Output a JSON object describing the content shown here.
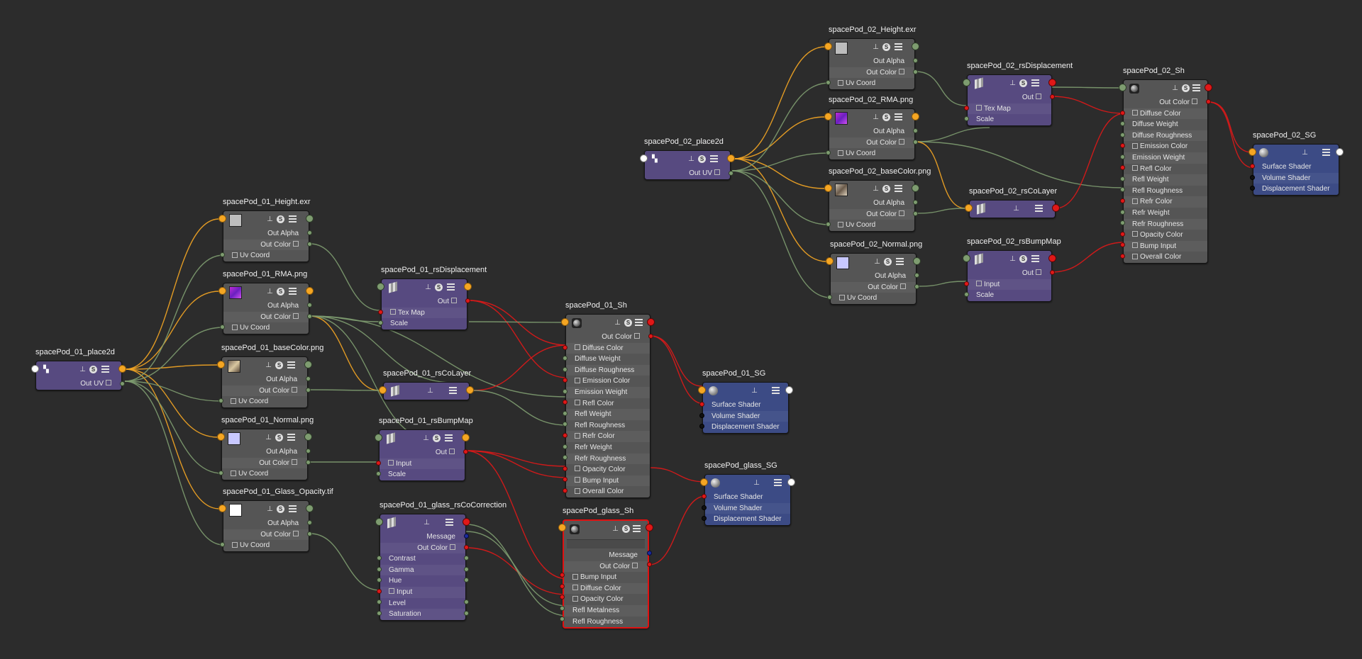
{
  "nodes": {
    "p1_place2d": {
      "title": "spacePod_01_place2d",
      "out": "Out UV"
    },
    "p1_height": {
      "title": "spacePod_01_Height.exr",
      "rows": [
        "Out Alpha",
        "Out Color",
        "Uv Coord"
      ]
    },
    "p1_rma": {
      "title": "spacePod_01_RMA.png",
      "rows": [
        "Out Alpha",
        "Out Color",
        "Uv Coord"
      ]
    },
    "p1_base": {
      "title": "spacePod_01_baseColor.png",
      "rows": [
        "Out Alpha",
        "Out Color",
        "Uv Coord"
      ]
    },
    "p1_normal": {
      "title": "spacePod_01_Normal.png",
      "rows": [
        "Out Alpha",
        "Out Color",
        "Uv Coord"
      ]
    },
    "p1_glassop": {
      "title": "spacePod_01_Glass_Opacity.tif",
      "rows": [
        "Out Alpha",
        "Out Color",
        "Uv Coord"
      ]
    },
    "p1_disp": {
      "title": "spacePod_01_rsDisplacement",
      "rows": [
        "Out",
        "Tex Map",
        "Scale"
      ]
    },
    "p1_colayer": {
      "title": "spacePod_01_rsCoLayer"
    },
    "p1_bump": {
      "title": "spacePod_01_rsBumpMap",
      "rows": [
        "Out",
        "Input",
        "Scale"
      ]
    },
    "p1_glasscc": {
      "title": "spacePod_01_glass_rsCoCorrection",
      "rows": [
        "Message",
        "Out Color",
        "Contrast",
        "Gamma",
        "Hue",
        "Input",
        "Level",
        "Saturation"
      ]
    },
    "p1_sh": {
      "title": "spacePod_01_Sh",
      "rows": [
        "Out Color",
        "Diffuse Color",
        "Diffuse Weight",
        "Diffuse Roughness",
        "Emission Color",
        "Emission Weight",
        "Refl Color",
        "Refl Weight",
        "Refl Roughness",
        "Refr Color",
        "Refr Weight",
        "Refr Roughness",
        "Opacity Color",
        "Bump Input",
        "Overall Color"
      ]
    },
    "glass_sh": {
      "title": "spacePod_glass_Sh",
      "rows": [
        "Message",
        "Out Color",
        "Bump Input",
        "Diffuse Color",
        "Opacity Color",
        "Refl Metalness",
        "Refl Roughness"
      ]
    },
    "p1_sg": {
      "title": "spacePod_01_SG",
      "rows": [
        "Surface Shader",
        "Volume Shader",
        "Displacement Shader"
      ]
    },
    "glass_sg": {
      "title": "spacePod_glass_SG",
      "rows": [
        "Surface Shader",
        "Volume Shader",
        "Displacement Shader"
      ]
    },
    "p2_place2d": {
      "title": "spacePod_02_place2d",
      "out": "Out UV"
    },
    "p2_height": {
      "title": "spacePod_02_Height.exr",
      "rows": [
        "Out Alpha",
        "Out Color",
        "Uv Coord"
      ]
    },
    "p2_rma": {
      "title": "spacePod_02_RMA.png",
      "rows": [
        "Out Alpha",
        "Out Color",
        "Uv Coord"
      ]
    },
    "p2_base": {
      "title": "spacePod_02_baseColor.png",
      "rows": [
        "Out Alpha",
        "Out Color",
        "Uv Coord"
      ]
    },
    "p2_normal": {
      "title": "spacePod_02_Normal.png",
      "rows": [
        "Out Alpha",
        "Out Color",
        "Uv Coord"
      ]
    },
    "p2_disp": {
      "title": "spacePod_02_rsDisplacement",
      "rows": [
        "Out",
        "Tex Map",
        "Scale"
      ]
    },
    "p2_colayer": {
      "title": "spacePod_02_rsCoLayer"
    },
    "p2_bump": {
      "title": "spacePod_02_rsBumpMap",
      "rows": [
        "Out",
        "Input",
        "Scale"
      ]
    },
    "p2_sh": {
      "title": "spacePod_02_Sh",
      "rows": [
        "Out Color",
        "Diffuse Color",
        "Diffuse Weight",
        "Diffuse Roughness",
        "Emission Color",
        "Emission Weight",
        "Refl Color",
        "Refl Weight",
        "Refl Roughness",
        "Refr Color",
        "Refr Weight",
        "Refr Roughness",
        "Opacity Color",
        "Bump Input",
        "Overall Color"
      ]
    },
    "p2_sg": {
      "title": "spacePod_02_SG",
      "rows": [
        "Surface Shader",
        "Volume Shader",
        "Displacement Shader"
      ]
    }
  },
  "icons": {
    "pin": "pin-icon",
    "swatch": "swatch-icon",
    "list": "attribute-list-icon"
  },
  "colors": {
    "background": "#2c2c2c",
    "texture_node": "#555555",
    "utility_node": "#574a80",
    "shading_group": "#3c4b85",
    "wire_uv": "#f5a623",
    "wire_color": "#7e9c70",
    "wire_shader": "#e01818",
    "selected_outline": "#e01010"
  }
}
